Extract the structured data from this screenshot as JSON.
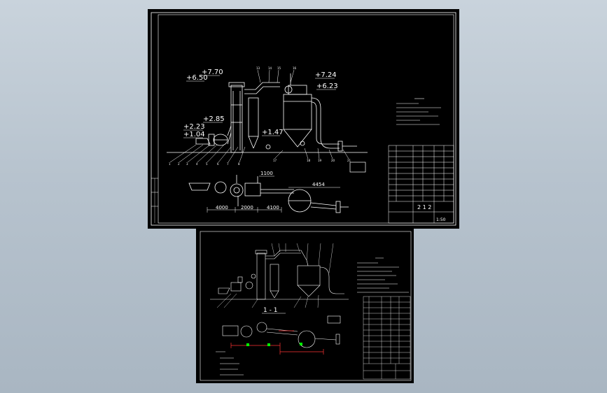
{
  "colors": {
    "background": "#b9c5d0",
    "sheet": "#000000",
    "line": "#ffffff",
    "dimension": "#ff3333",
    "hidden": "#00ff00"
  },
  "sheet1": {
    "elevations": [
      "+6.50",
      "+7.70",
      "+7.24",
      "+6.23",
      "+2.85",
      "+2.23",
      "+1.04",
      "+1.47"
    ],
    "dimensions": [
      "1100",
      "4454",
      "4000",
      "2000",
      "4100"
    ],
    "title_block": {
      "code": "2 1 2",
      "scale": "1:50"
    }
  },
  "sheet2": {
    "section_label": "1 - 1"
  }
}
